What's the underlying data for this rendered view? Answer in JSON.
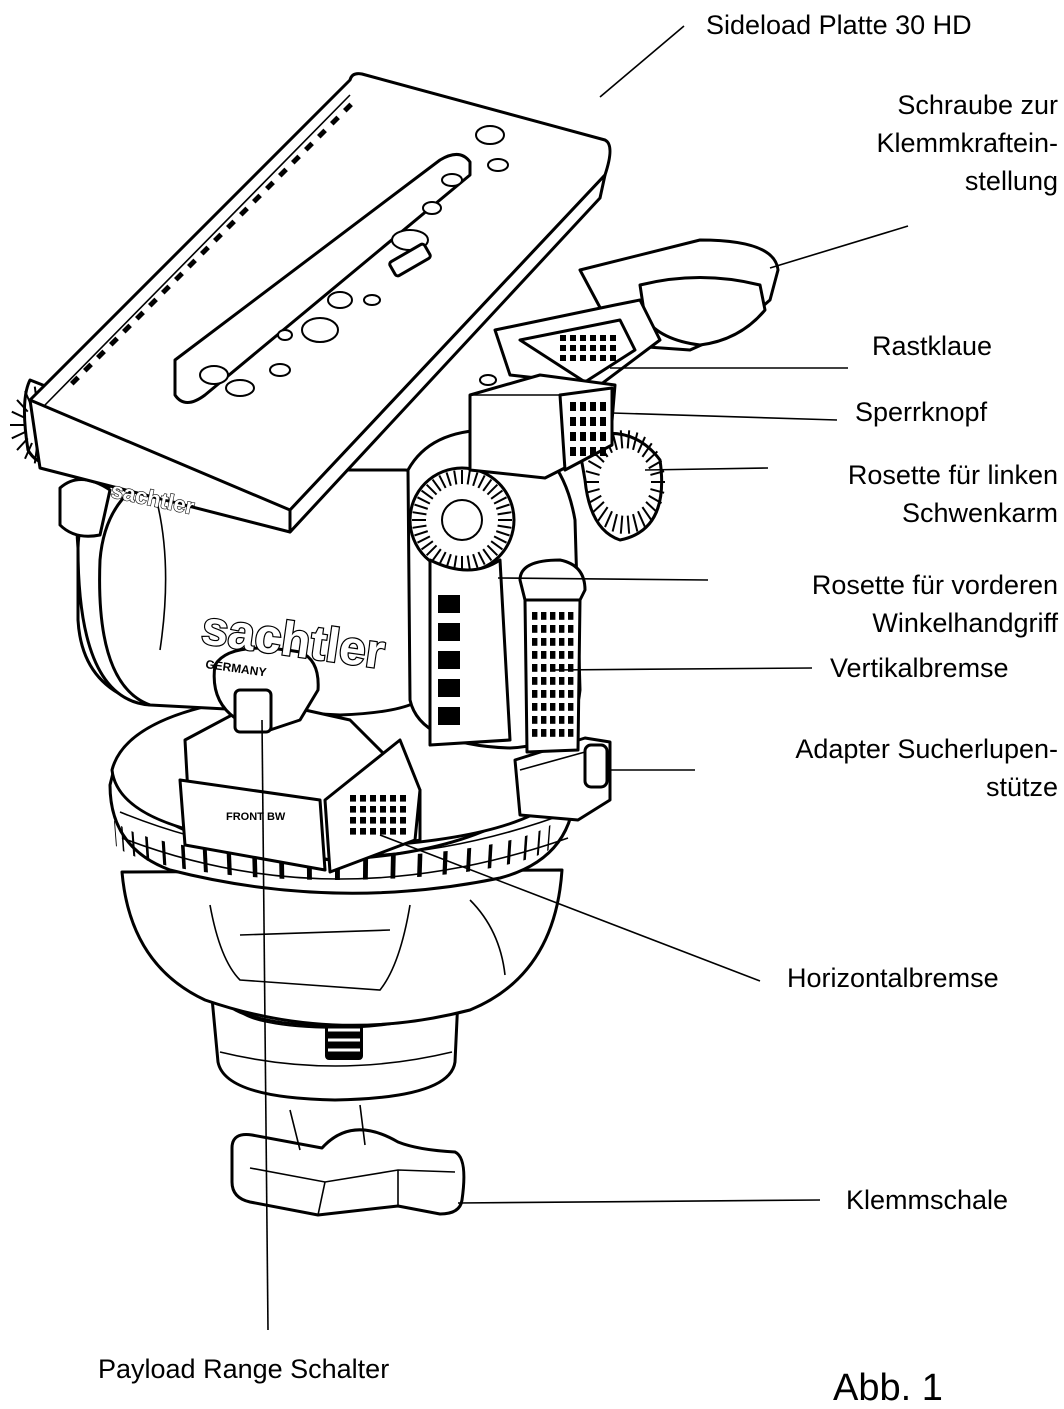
{
  "labels": {
    "sideload_plate": "Sideload Platte 30 HD",
    "clamp_screw_l1": "Schraube zur",
    "clamp_screw_l2": "Klemmkraftein-",
    "clamp_screw_l3": "stellung",
    "detent_claw": "Rastklaue",
    "lock_knob": "Sperrknopf",
    "left_pan_rosette_l1": "Rosette für linken",
    "left_pan_rosette_l2": "Schwenkarm",
    "front_handle_rosette_l1": "Rosette für vorderen",
    "front_handle_rosette_l2": "Winkelhandgriff",
    "tilt_brake": "Vertikalbremse",
    "viewfinder_adapter_l1": "Adapter Sucherlupen-",
    "viewfinder_adapter_l2": "stütze",
    "pan_brake": "Horizontalbremse",
    "clamp_bowl": "Klemmschale",
    "payload_switch": "Payload Range Schalter"
  },
  "brand": {
    "logo_text": "sachtler",
    "logo_sub": "GERMANY"
  },
  "figure_label": "Abb. 1",
  "colors": {
    "line": "#000000",
    "background": "#ffffff"
  }
}
